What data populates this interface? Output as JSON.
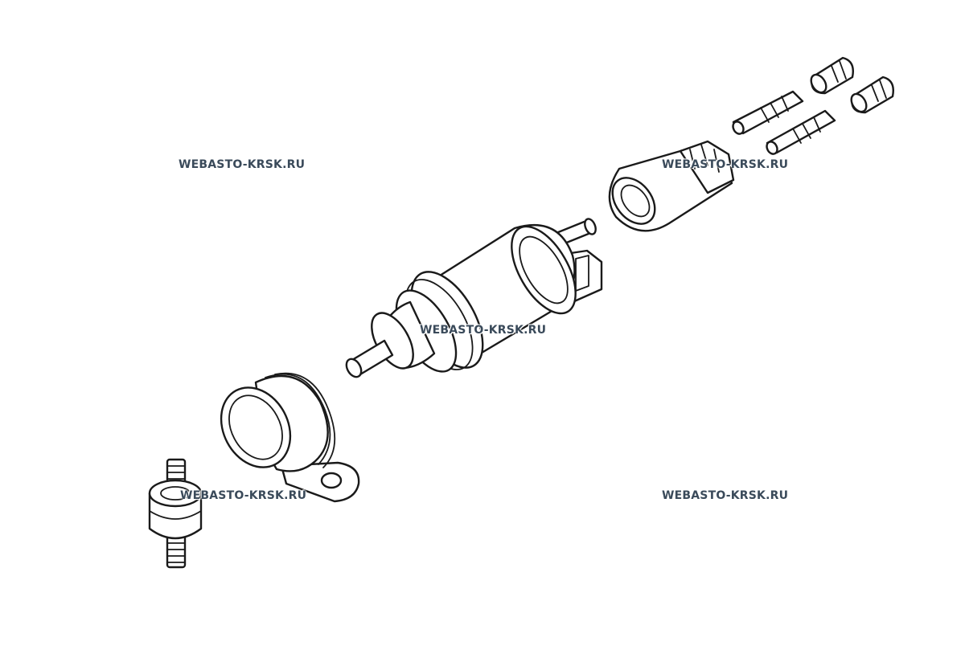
{
  "watermarks": [
    "WEBASTO-KRSK.RU",
    "WEBASTO-KRSK.RU",
    "WEBASTO-KRSK.RU",
    "WEBASTO-KRSK.RU",
    "WEBASTO-KRSK.RU"
  ],
  "colors": {
    "background": "#ffffff",
    "line": "#1a1a1a",
    "watermark": "#3a4a5a"
  },
  "parts": [
    "rubber-mount-icon",
    "pipe-clamp-icon",
    "dosing-pump-icon",
    "connector-housing-icon",
    "terminal-pin-icon",
    "wire-seal-icon"
  ]
}
